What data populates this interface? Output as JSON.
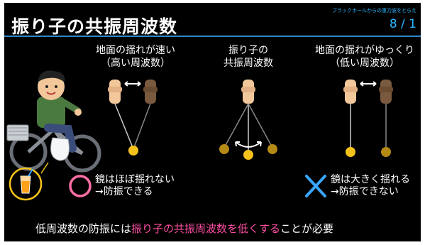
{
  "header": {
    "title": "振り子の共振周波数",
    "subtitle": "ブラックホールからの重力波をとらえ",
    "page": "8 / 1"
  },
  "columns": [
    {
      "label_line1": "地面の揺れが速い",
      "label_line2": "（高い周波数）"
    },
    {
      "label_line1": "振り子の",
      "label_line2": "共振周波数"
    },
    {
      "label_line1": "地面の揺れがゆっくり",
      "label_line2": "（低い周波数）"
    }
  ],
  "results": {
    "left_line1": "鏡はほぼ揺れない",
    "left_line2": "→防振できる",
    "right_line1": "鏡は大きく揺れる",
    "right_line2": "→防振できない"
  },
  "footer": {
    "before": "低周波数の防振には",
    "highlight": "振り子の共振周波数を低くする",
    "after": "ことが必要"
  },
  "colors": {
    "accent": "#2f86c9",
    "highlight": "#ff4fa3",
    "circle": "#ff6fa5",
    "cross": "#3aa6ff",
    "bob": "#f4c21a",
    "bob_dark": "#b58a14"
  }
}
